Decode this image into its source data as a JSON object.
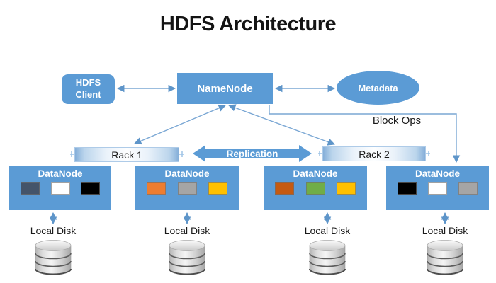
{
  "title": "HDFS Architecture",
  "client": {
    "label": "HDFS Client"
  },
  "namenode": {
    "label": "NameNode"
  },
  "metadata": {
    "label": "Metadata"
  },
  "block_ops_label": "Block Ops",
  "replication_label": "Replication",
  "racks": [
    {
      "label": "Rack 1"
    },
    {
      "label": "Rack 2"
    }
  ],
  "datanodes": [
    {
      "label": "DataNode",
      "blocks": [
        "#44546A",
        "#FFFFFF",
        "#000000"
      ]
    },
    {
      "label": "DataNode",
      "blocks": [
        "#ED7D31",
        "#A5A5A5",
        "#FFC000"
      ]
    },
    {
      "label": "DataNode",
      "blocks": [
        "#C55A11",
        "#70AD47",
        "#FFC000"
      ]
    },
    {
      "label": "DataNode",
      "blocks": [
        "#000000",
        "#FFFFFF",
        "#A5A5A5"
      ]
    }
  ],
  "local_disks": [
    {
      "label": "Local Disk"
    },
    {
      "label": "Local Disk"
    },
    {
      "label": "Local Disk"
    },
    {
      "label": "Local Disk"
    }
  ],
  "colors": {
    "node_fill": "#5B9BD5",
    "connector": "#6FA0D0",
    "text_on_node": "#FFFFFF",
    "label_text": "#1A1A1A"
  }
}
